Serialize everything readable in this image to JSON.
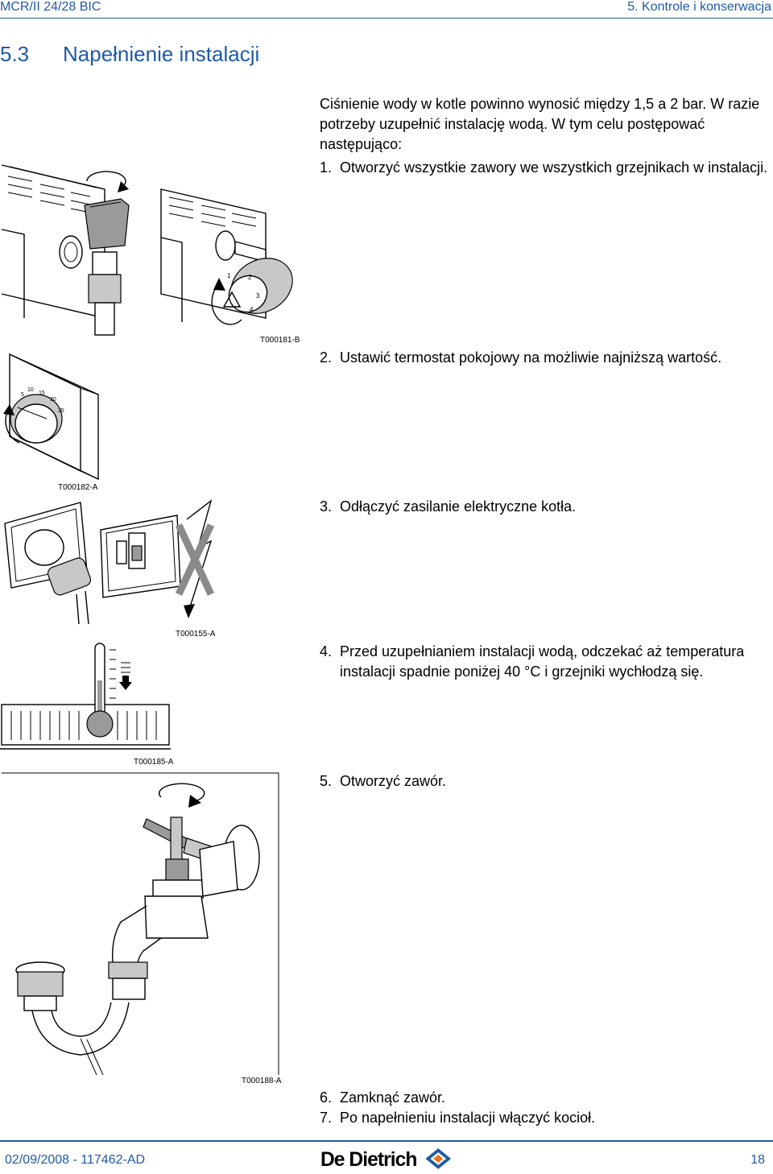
{
  "header": {
    "doc_code": "MCR/II 24/28 BIC",
    "chapter": "5.  Kontrole i konserwacja"
  },
  "section": {
    "number": "5.3",
    "title": "Napełnienie instalacji"
  },
  "intro": "Ciśnienie wody w kotle powinno wynosić między 1,5 a 2 bar. W razie potrzeby uzupełnić instalację wodą. W tym celu postępować następująco:",
  "steps": [
    {
      "num": "1.",
      "text": "Otworzyć wszystkie zawory we wszystkich grzejnikach w instalacji."
    },
    {
      "num": "2.",
      "text": "Ustawić termostat pokojowy na możliwie najniższą wartość."
    },
    {
      "num": "3.",
      "text": "Odłączyć zasilanie elektryczne kotła."
    },
    {
      "num": "4.",
      "text": "Przed uzupełnianiem instalacji wodą, odczekać aż temperatura instalacji spadnie poniżej 40 °C i grzejniki wychłodzą się."
    },
    {
      "num": "5.",
      "text": "Otworzyć zawór."
    },
    {
      "num": "6.",
      "text": "Zamknąć zawór."
    },
    {
      "num": "7.",
      "text": "Po napełnieniu instalacji włączyć kocioł."
    }
  ],
  "figures": {
    "radiator_valves": {
      "code": "T000181-B",
      "knob_marks": [
        "1",
        "2",
        "3",
        "4"
      ]
    },
    "thermostat": {
      "code": "T000182-A",
      "scale": [
        "5",
        "10",
        "15",
        "20",
        "25"
      ]
    },
    "power": {
      "code": "T000155-A"
    },
    "temperature": {
      "code": "T000185-A"
    },
    "tap": {
      "code": "T000188-A"
    }
  },
  "footer": {
    "date_ref": "02/09/2008  - 117462-AD",
    "brand": "De Dietrich",
    "page": "18"
  },
  "colors": {
    "accent": "#1f5aa6",
    "logo_orange": "#e8701a"
  }
}
